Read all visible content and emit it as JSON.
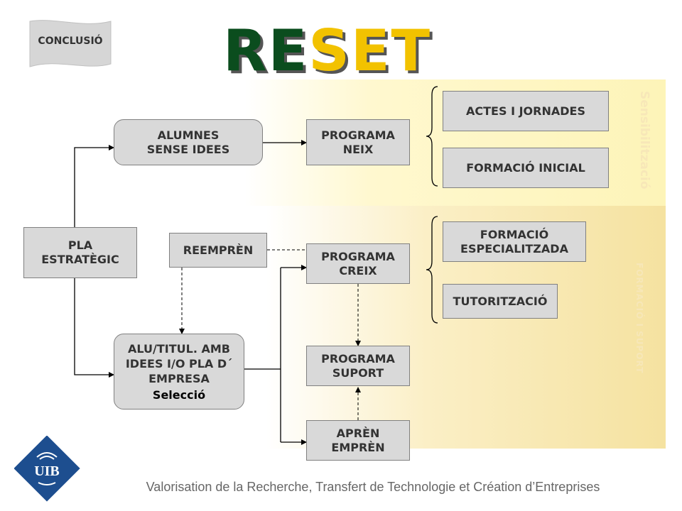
{
  "header": {
    "badge": "CONCLUSIÓ",
    "title_part1": "RE",
    "title_part2": "SET"
  },
  "bands": {
    "top_label": "Sensibilització",
    "bottom_label": "FORMACIÓ I SUPORT"
  },
  "nodes": {
    "pla": "PLA ESTRATÈGIC",
    "alumnes_sense": "ALUMNES SENSE IDEES",
    "programa_neix": "PROGRAMA NEIX",
    "reempren": "REEMPRÈN",
    "programa_creix": "PROGRAMA CREIX",
    "alu_titul": "ALU/TITUL. AMB IDEES I/O PLA D´ EMPRESA",
    "seleccio": "Selecció",
    "programa_suport": "PROGRAMA SUPORT",
    "apren": "APRÈN EMPRÈN",
    "actes": "ACTES I JORNADES",
    "formacio_inicial": "FORMACIÓ INICIAL",
    "formacio_esp": "FORMACIÓ ESPECIALITZADA",
    "tutoritzacio": "TUTORITZACIÓ"
  },
  "logo": {
    "text": "UIB"
  },
  "footer": "Valorisation de la Recherche, Transfert de Technologie et Création d’Entreprises",
  "colors": {
    "title_green": "#0b4d1e",
    "title_yellow": "#f2c200",
    "box_fill": "#d9d9d9",
    "logo_blue": "#1d4e8f"
  }
}
